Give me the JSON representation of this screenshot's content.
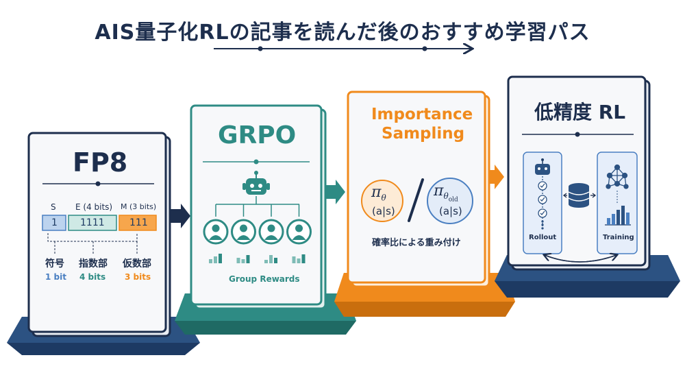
{
  "title": "AIS量子化RLの記事を読んだ後のおすすめ学習パス",
  "colors": {
    "navy": "#1d2e4d",
    "teal": "#2e8b84",
    "orange": "#f08a1c",
    "blue": "#4a7fc1",
    "card_bg": "#f7f8fa"
  },
  "fp8": {
    "title": "FP8",
    "segments": [
      {
        "header": "S",
        "value": "1",
        "name": "符号",
        "bits": "1 bit"
      },
      {
        "header": "E (4 bits)",
        "value": "1111",
        "name": "指数部",
        "bits": "4 bits"
      },
      {
        "header": "M (3 bits)",
        "value": "111",
        "name": "仮数部",
        "bits": "3 bits"
      }
    ]
  },
  "grpo": {
    "title": "GRPO",
    "caption": "Group Rewards",
    "user_count": 4,
    "icons": [
      "robot-icon",
      "user-icon",
      "bar-chart-icon"
    ]
  },
  "importance": {
    "title_line1": "Importance",
    "title_line2": "Sampling",
    "num_symbol": "π",
    "num_sub": "θ",
    "num_arg": "(a|s)",
    "den_symbol": "π",
    "den_sub": "θ",
    "den_subsub": "old",
    "den_arg": "(a|s)",
    "caption": "確率比による重み付け"
  },
  "lowprec": {
    "title": "低精度 RL",
    "left_label": "Rollout",
    "right_label": "Training",
    "icons": [
      "robot-icon",
      "checklist-icon",
      "database-icon",
      "network-icon",
      "bar-chart-icon"
    ]
  }
}
